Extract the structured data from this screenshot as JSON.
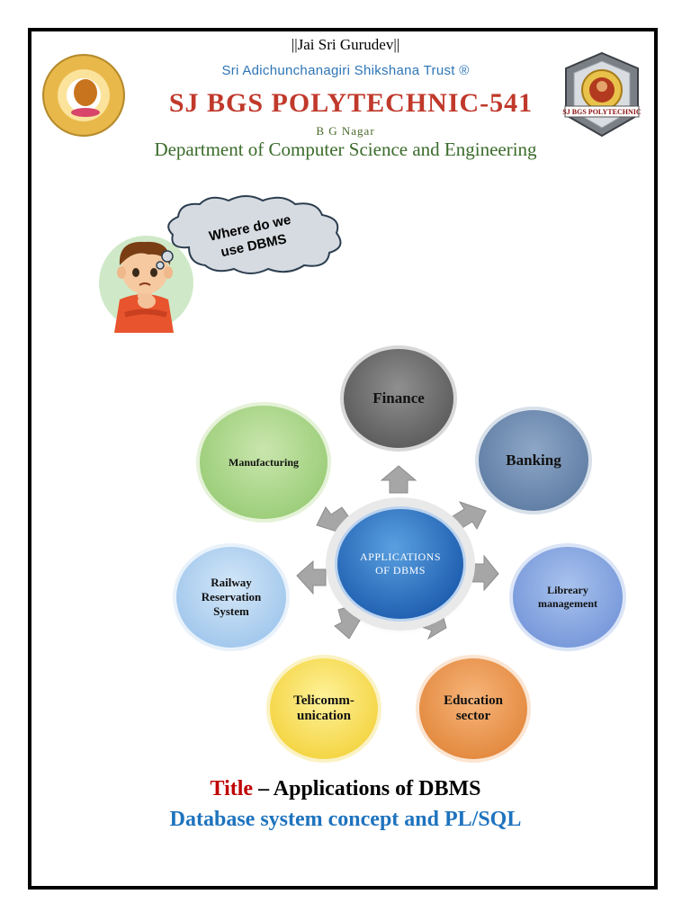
{
  "header": {
    "invocation": "||Jai Sri Gurudev||",
    "trust": "Sri Adichunchanagiri Shikshana Trust ®",
    "college": "SJ BGS POLYTECHNIC-541",
    "place": "B G Nagar",
    "department": "Department of Computer Science and Engineering",
    "right_logo_text": "SJ BGS POLYTECHNIC"
  },
  "speech": {
    "bubble_line1": "Where do we",
    "bubble_line2": "use DBMS"
  },
  "diagram": {
    "center_line1": "APPLICATIONS",
    "center_line2": "OF  DBMS",
    "finance": "Finance",
    "banking": "Banking",
    "library_line1": "Libreary",
    "library_line2": "management",
    "education_line1": "Education",
    "education_line2": "sector",
    "telecom_line1": "Telicomm-",
    "telecom_line2": "unication",
    "railway_line1": "Railway",
    "railway_line2": "Reservation",
    "railway_line3": "System",
    "manufacturing": "Manufacturing"
  },
  "footer": {
    "title_label": "Title",
    "title_rest": " – Applications of DBMS",
    "subtitle": "Database system concept and PL/SQL"
  }
}
